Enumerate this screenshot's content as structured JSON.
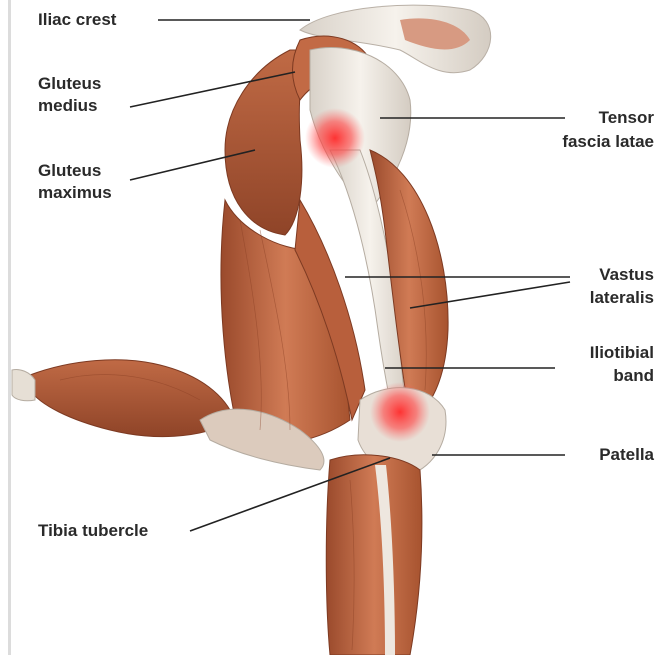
{
  "diagram": {
    "labels": {
      "iliac_crest": "Iliac crest",
      "gluteus_medius_1": "Gluteus",
      "gluteus_medius_2": "medius",
      "gluteus_maximus_1": "Gluteus",
      "gluteus_maximus_2": "maximus",
      "tensor_1": "Tensor",
      "tensor_2": "fascia latae",
      "vastus_1": "Vastus",
      "vastus_2": "lateralis",
      "itb_1": "Iliotibial",
      "itb_2": "band",
      "patella": "Patella",
      "tibia": "Tibia tubercle"
    },
    "colors": {
      "muscle_dark": "#9a4a2c",
      "muscle_mid": "#c7704a",
      "muscle_light": "#e2a184",
      "tendon": "#ece6de",
      "pain_spot": "#ff2a2a",
      "leader_line": "#222222",
      "label_text": "#2a2a2a"
    }
  }
}
